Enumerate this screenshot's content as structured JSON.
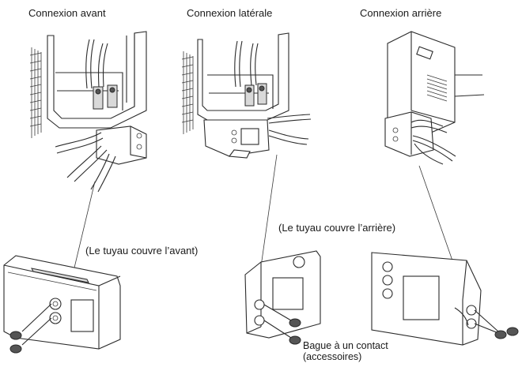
{
  "labels": {
    "front_connection": "Connexion avant",
    "side_connection": "Connexion latérale",
    "rear_connection": "Connexion arrière",
    "pipe_cover_front": "(Le tuyau couvre l’avant)",
    "pipe_cover_rear": "(Le tuyau couvre l’arrière)",
    "grommet_line1": "Bague à un contact",
    "grommet_line2": "(accessoires)"
  },
  "colors": {
    "line": "#2b2b2b",
    "background": "#ffffff",
    "shade": "#d9d9d9"
  }
}
